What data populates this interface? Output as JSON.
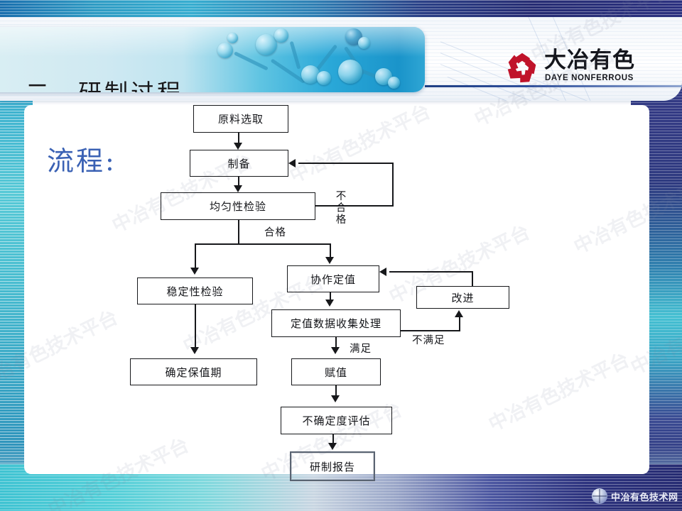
{
  "slide": {
    "title": "二、研制过程",
    "section_label": "流程:"
  },
  "brand": {
    "logo_icon": "daye-pinwheel-icon",
    "name_cn": "大冶有色",
    "name_en": "DAYE NONFERROUS"
  },
  "footer": {
    "globe_icon": "globe-icon",
    "text": "中冶有色技术网"
  },
  "watermark": {
    "text": "中冶有色技术平台"
  },
  "colors": {
    "title_text": "#17181b",
    "section_label": "#3a61b4",
    "brand_red": "#c0132a",
    "band_cyan": "#3fb3cf",
    "band_navy": "#2b2f72",
    "flow_line": "#17181b"
  },
  "flowchart": {
    "nodes": [
      {
        "id": "raw-material-selection",
        "label": "原料选取"
      },
      {
        "id": "preparation",
        "label": "制备"
      },
      {
        "id": "homogeneity-test",
        "label": "均匀性检验"
      },
      {
        "id": "stability-test",
        "label": "稳定性检验"
      },
      {
        "id": "collaborative-value-assignment",
        "label": "协作定值"
      },
      {
        "id": "improvement",
        "label": "改进"
      },
      {
        "id": "value-data-collection-processing",
        "label": "定值数据收集处理"
      },
      {
        "id": "confirm-shelf-life",
        "label": "确定保值期"
      },
      {
        "id": "assign-value",
        "label": "赋值"
      },
      {
        "id": "uncertainty-evaluation",
        "label": "不确定度评估"
      },
      {
        "id": "development-report",
        "label": "研制报告"
      }
    ],
    "edge_labels": [
      {
        "id": "fail",
        "label": "不合格"
      },
      {
        "id": "pass",
        "label": "合格"
      },
      {
        "id": "not-satisfied",
        "label": "不满足"
      },
      {
        "id": "satisfied",
        "label": "满足"
      }
    ]
  }
}
